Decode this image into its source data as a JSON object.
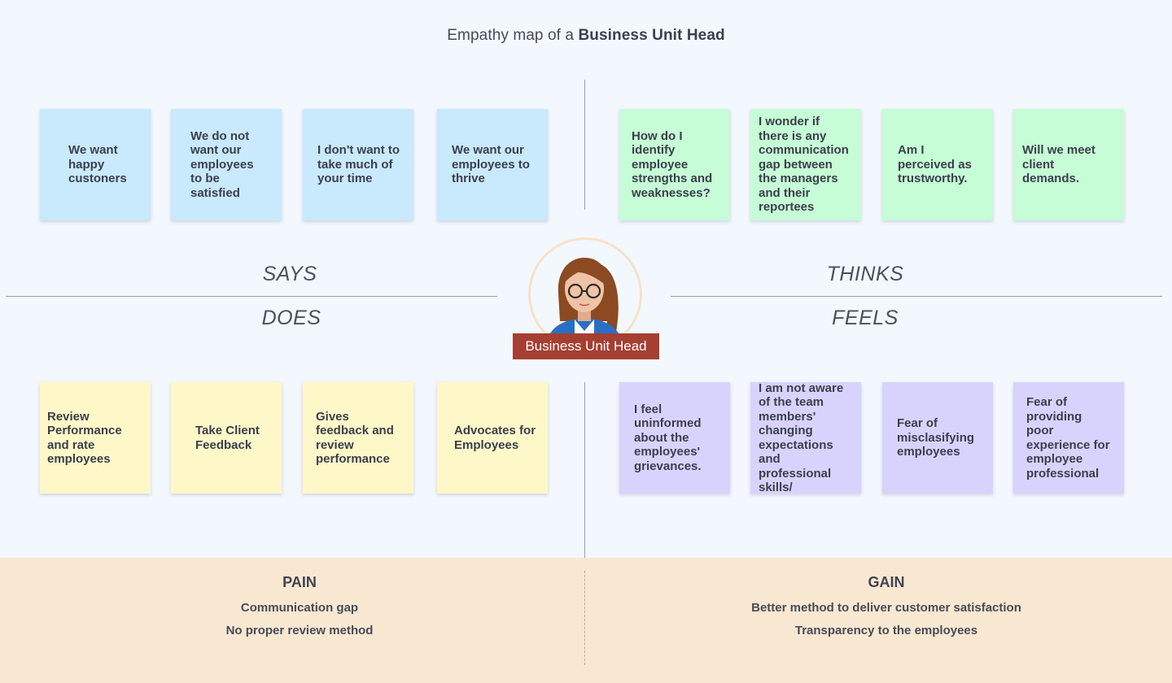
{
  "title": {
    "prefix": "Empathy map of a",
    "subject": "Business Unit Head"
  },
  "quadrants": {
    "says": "SAYS",
    "thinks": "THINKS",
    "does": "DOES",
    "feels": "FEELS"
  },
  "persona": {
    "label": "Business Unit Head",
    "icon": "woman-with-glasses-avatar-icon"
  },
  "says": [
    "We want happy custoners",
    "We do not want our employees to be satisfied",
    "I don't want to take much of your time",
    "We want our employees to thrive"
  ],
  "thinks": [
    "How do I identify employee strengths and weaknesses?",
    "I wonder if there is any communication gap between the managers and their reportees",
    "Am I perceived as trustworthy.",
    "Will we meet client demands."
  ],
  "does": [
    "Review Performance and rate employees",
    "Take Client Feedback",
    "Gives feedback and review performance",
    "Advocates for Employees"
  ],
  "feels": [
    "I feel uninformed about the employees' grievances.",
    "I am not aware of the team members' changing expectations and professional skills/",
    "Fear of misclasifying employees",
    "Fear of providing poor experience for employee professional"
  ],
  "pain": {
    "heading": "PAIN",
    "items": [
      "Communication gap",
      "No proper review method"
    ]
  },
  "gain": {
    "heading": "GAIN",
    "items": [
      "Better method to deliver customer satisfaction",
      "Transparency to the employees"
    ]
  },
  "colors": {
    "background": "#f3f7fe",
    "says_note": "#c9e9fd",
    "thinks_note": "#c6fcd6",
    "does_note": "#fef8c9",
    "feels_note": "#d7d3fd",
    "persona_badge": "#a53f31",
    "pain_gain_band": "#f9e8d1"
  }
}
